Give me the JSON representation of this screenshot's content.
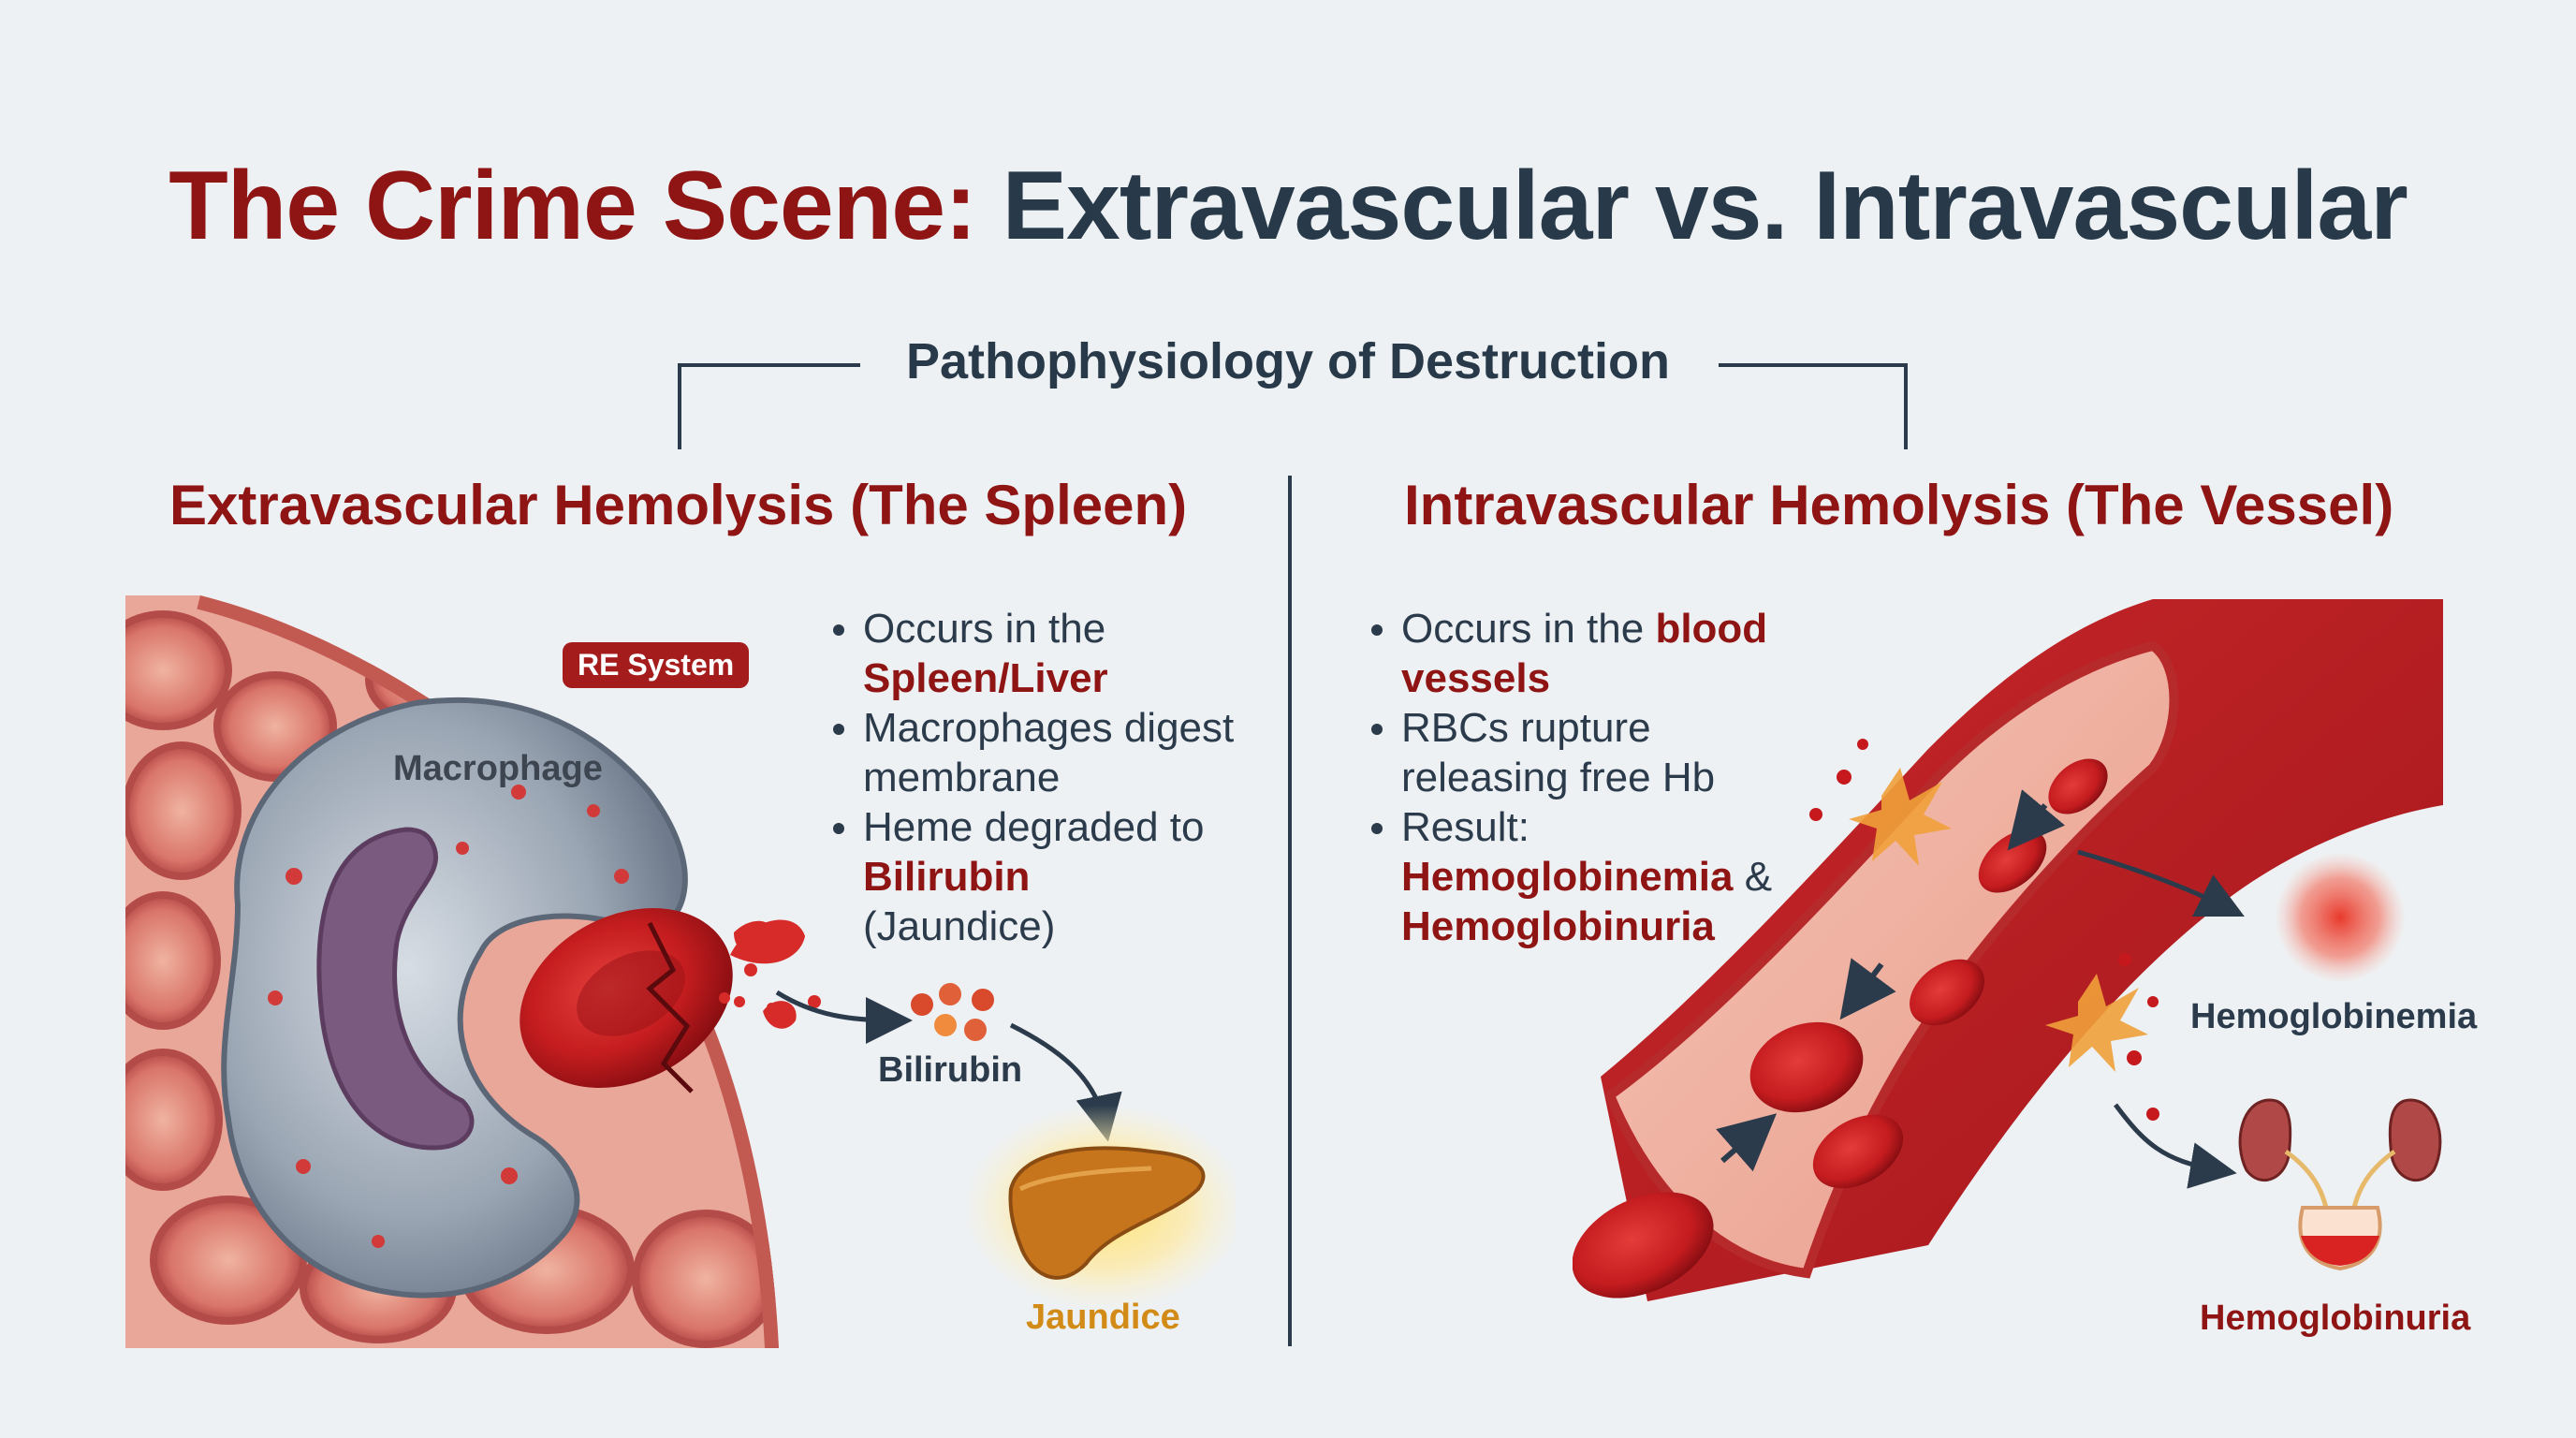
{
  "title": {
    "part1": "The Crime Scene:",
    "part2": "Extravascular vs. Intravascular"
  },
  "subtitle": "Pathophysiology of Destruction",
  "left": {
    "heading": "Extravascular Hemolysis (The Spleen)",
    "badge": "RE System",
    "macrophage_label": "Macrophage",
    "bilirubin_label": "Bilirubin",
    "jaundice_label": "Jaundice",
    "bullets": [
      {
        "pre": "Occurs in the",
        "highlight": "Spleen/Liver",
        "post": ""
      },
      {
        "pre": "Macrophages digest membrane",
        "highlight": "",
        "post": ""
      },
      {
        "pre": "Heme degraded to",
        "highlight": "Bilirubin",
        "post": "(Jaundice)"
      }
    ]
  },
  "right": {
    "heading": "Intravascular Hemolysis (The Vessel)",
    "hemoglobinemia_label": "Hemoglobinemia",
    "hemoglobinuria_label": "Hemoglobinuria",
    "bullets": [
      {
        "pre": "Occurs in the",
        "highlight": "blood vessels",
        "post": ""
      },
      {
        "pre": "RBCs rupture releasing free Hb",
        "highlight": "",
        "post": ""
      },
      {
        "pre": "Result:",
        "highlight": "Hemoglobinemia",
        "mid": "&",
        "highlight2": "Hemoglobinuria"
      }
    ]
  },
  "colors": {
    "accent_red": "#8f1414",
    "navy": "#283a4a",
    "background": "#eef1f3",
    "gold": "#d28b16"
  }
}
